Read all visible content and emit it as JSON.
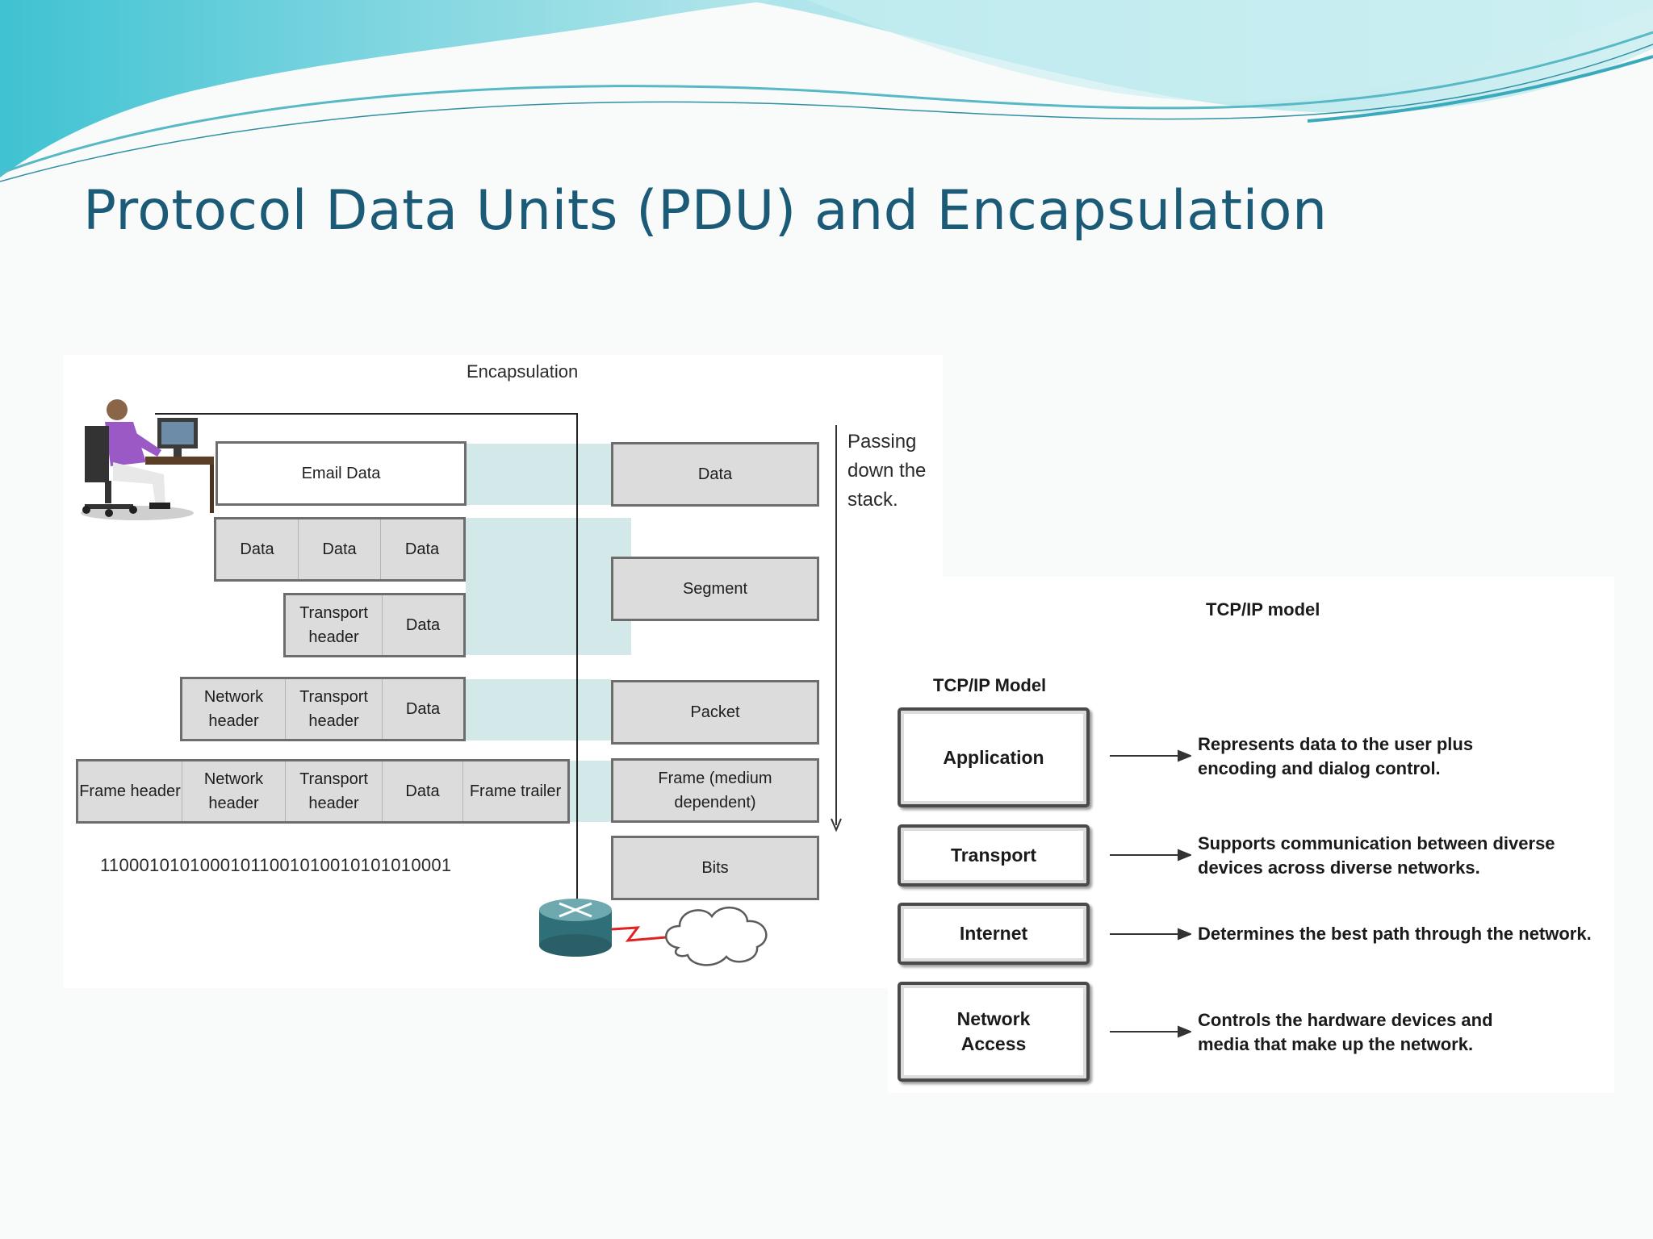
{
  "slide": {
    "title": "Protocol Data Units (PDU) and Encapsulation"
  },
  "encapsulation": {
    "heading": "Encapsulation",
    "passing_note": [
      "Passing",
      "down the",
      "stack."
    ],
    "email_data": "Email Data",
    "data_segments": [
      "Data",
      "Data",
      "Data"
    ],
    "segment_row": [
      "Transport header",
      "Data"
    ],
    "packet_row": [
      "Network header",
      "Transport header",
      "Data"
    ],
    "frame_row": [
      "Frame header",
      "Network header",
      "Transport header",
      "Data",
      "Frame trailer"
    ],
    "bits": "11000101010001011001010010101010001",
    "pdu_names": [
      "Data",
      "Segment",
      "Packet",
      "Frame (medium dependent)",
      "Bits"
    ],
    "icons": [
      "person-at-computer-icon",
      "router-icon",
      "network-cloud-icon"
    ]
  },
  "tcpip": {
    "caption": "TCP/IP model",
    "model_title": "TCP/IP Model",
    "layers": [
      {
        "name": "Application",
        "description": [
          "Represents data to the user plus",
          "encoding and dialog control."
        ]
      },
      {
        "name": "Transport",
        "description": [
          "Supports communication between diverse",
          "devices across diverse networks."
        ]
      },
      {
        "name": "Internet",
        "description": [
          "Determines the best path through the network."
        ]
      },
      {
        "name": "Network Access",
        "description": [
          "Controls the hardware devices and",
          "media that make up the network."
        ]
      }
    ]
  },
  "colors": {
    "title": "#1b5b77",
    "wave_primary": "#5fcbd8",
    "highlight_band": "#d3e8e8",
    "box_gray": "#dcdcdc"
  }
}
